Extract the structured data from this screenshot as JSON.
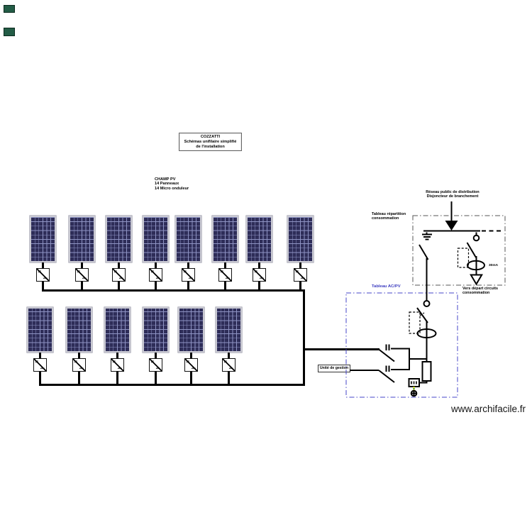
{
  "drawing": {
    "watermark": "www.archifacile.fr",
    "title_block": {
      "line1": "COZZATTI",
      "line2": "Schémas unifilaire simplifié",
      "line3": "de l'installation"
    },
    "pv_field": {
      "label_line1": "CHAMP PV",
      "label_line2": "14 Panneaux",
      "label_line3": "14 Micro onduleur",
      "rows": [
        {
          "panels": 8
        },
        {
          "panels": 6
        }
      ],
      "inverter_symbol": {
        "dc": "=",
        "ac": "~"
      }
    },
    "grid_connection": {
      "line1": "Réseau public de distribution",
      "line2": "Disjoncteur de branchement"
    },
    "distribution_board": {
      "label_line1": "Tableau répartition",
      "label_line2": "consommation",
      "rcd_rating": "30mA",
      "outgoing_line1": "Vers départ circuits",
      "outgoing_line2": "consommation"
    },
    "ac_pv_board": {
      "label": "Tableau AC/PV"
    },
    "management_unit": {
      "label": "Unité de gestion"
    },
    "colors": {
      "wire": "#000000",
      "panel_cell": "#2e2d58",
      "panel_grid": "#8f94c4",
      "panel_frame": "#c9c9d2",
      "acpv_box": "#4646c8",
      "acpv_label": "#3c3cc0",
      "board_box": "#555555",
      "earth_green": "#2e8b2e",
      "earth_yellow": "#e6e600",
      "corner_mark": "#235c46"
    }
  }
}
